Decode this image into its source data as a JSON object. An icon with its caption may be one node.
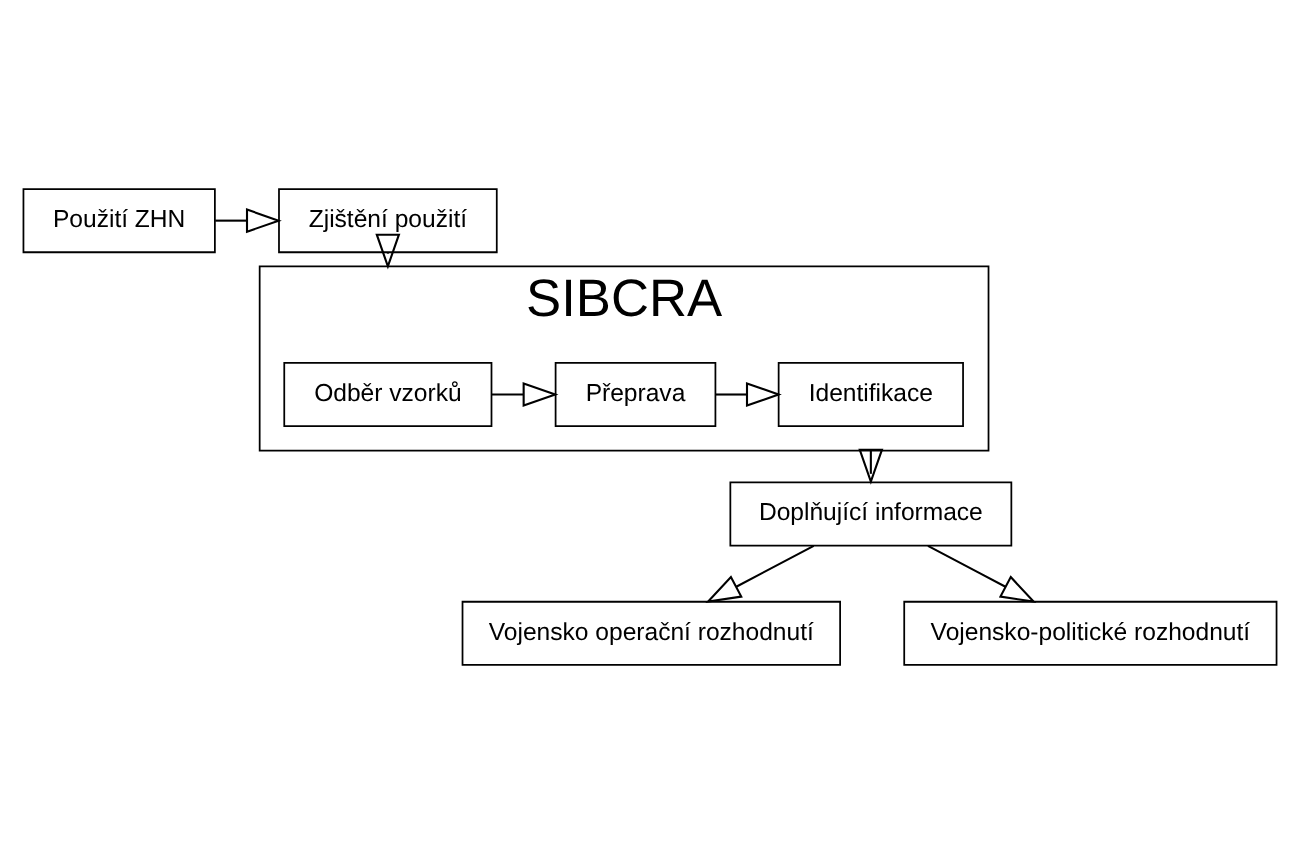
{
  "diagram": {
    "nodes": [
      {
        "text": [
          "Použití ZHN"
        ]
      },
      {
        "text": [
          "Zjištění použití"
        ]
      },
      {
        "text": [
          "SIBCRA"
        ]
      },
      {
        "text": [
          "Odběr vzorků"
        ],
        "in": 2
      },
      {
        "text": [
          "Přeprava"
        ],
        "in": 2
      },
      {
        "text": [
          "Identifikace"
        ],
        "in": 2
      },
      {
        "text": [
          "Doplňující informace"
        ]
      },
      {
        "text": [
          "Vojensko operační rozhodnutí"
        ]
      },
      {
        "text": [
          "Vojensko-politické rozhodnutí"
        ]
      }
    ],
    "edges": [
      {
        "from": 0,
        "to": 1,
        "arrow": "to"
      },
      {
        "from": 1,
        "to": 2,
        "arrow": "to"
      },
      {
        "from": 3,
        "to": 4,
        "arrow": "to"
      },
      {
        "from": 4,
        "to": 5,
        "arrow": "to"
      },
      {
        "from": 2,
        "to": 6,
        "arrow": "to"
      },
      {
        "from": 6,
        "to": 7,
        "arrow": "to"
      },
      {
        "from": 6,
        "to": 8,
        "arrow": "to"
      }
    ]
  }
}
